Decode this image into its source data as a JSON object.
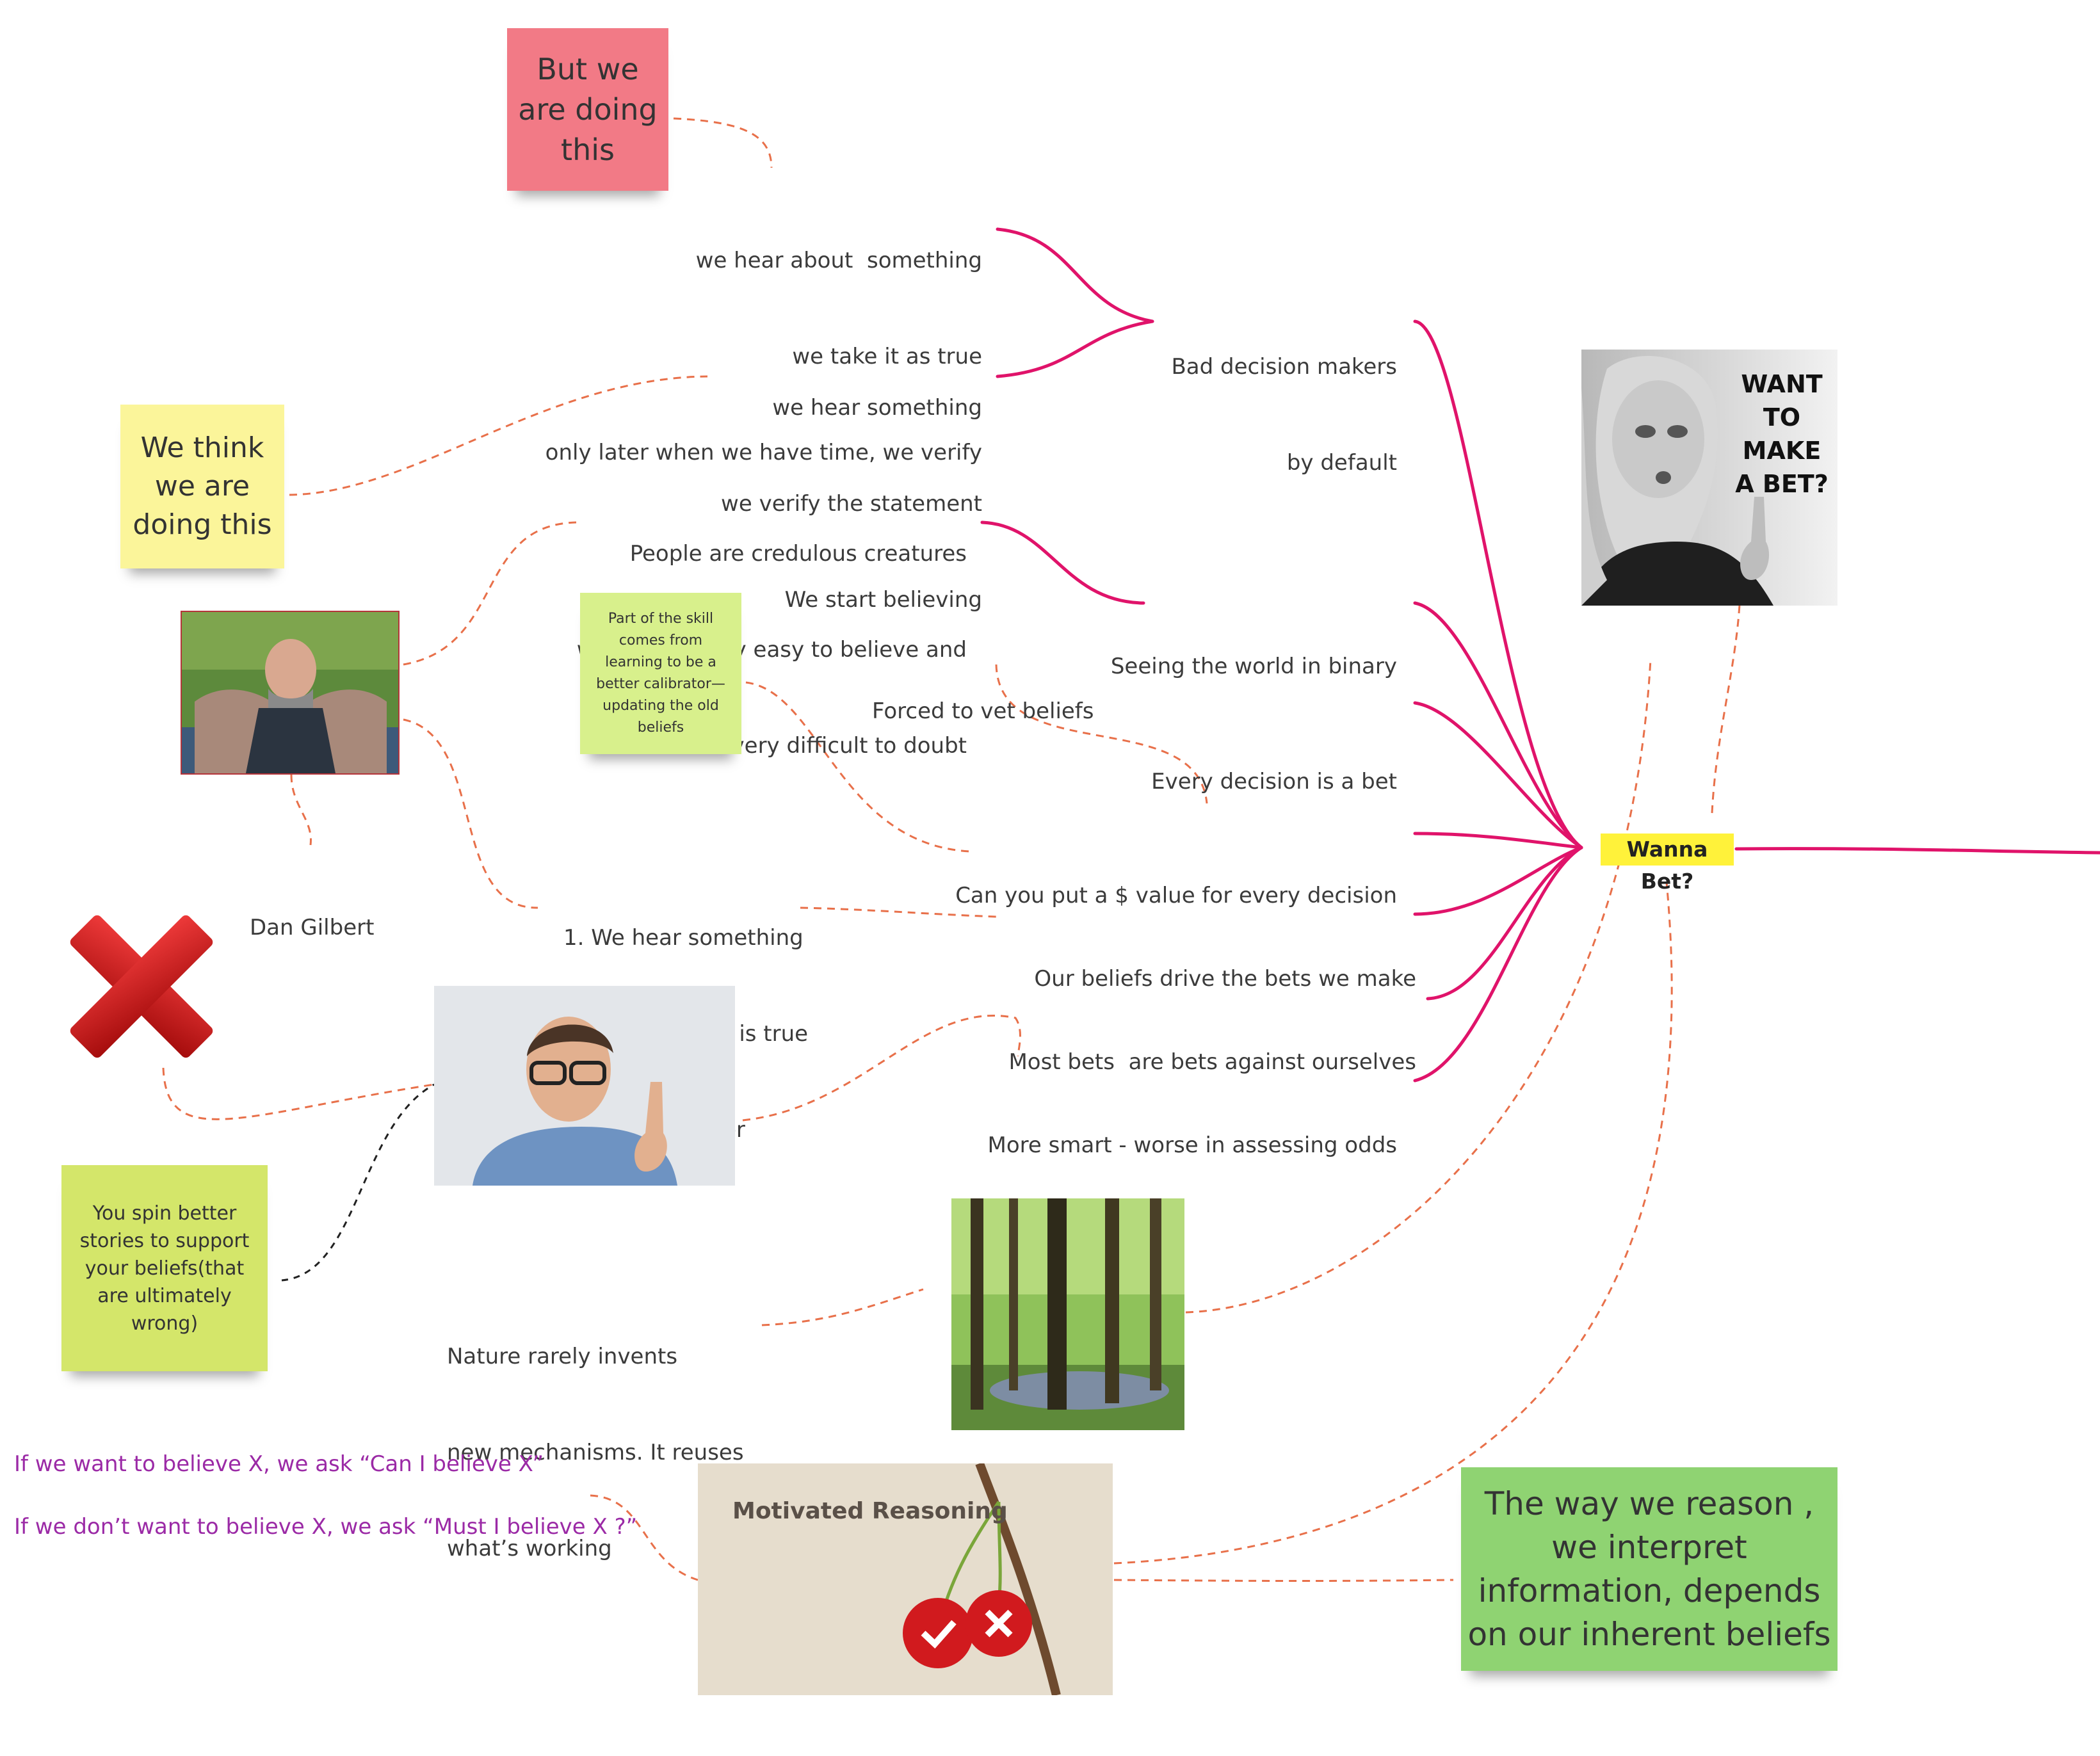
{
  "colors": {
    "branch": "#e0136a",
    "dotted_link": "#e8704a",
    "black_link": "#222222",
    "center_highlight": "#fff23a",
    "purple_text": "#9b2aa6",
    "sticky_pink": "#f27a86",
    "sticky_yellow": "#fbf59a",
    "sticky_green_light": "#d8f08c",
    "sticky_green": "#d4e66a",
    "sticky_green_big": "#8fd372"
  },
  "center": {
    "label": "Wanna Bet?"
  },
  "branches": [
    {
      "id": "bad-decision-makers",
      "lines": [
        "Bad decision makers",
        "by default"
      ]
    },
    {
      "id": "binary",
      "lines": [
        "Seeing the world in binary"
      ]
    },
    {
      "id": "every-decision",
      "lines": [
        "Every decision is a bet"
      ]
    },
    {
      "id": "dollar-value",
      "lines": [
        "Can you put a $ value for every decision"
      ]
    },
    {
      "id": "beliefs-drive",
      "lines": [
        "Our beliefs drive the bets we make"
      ]
    },
    {
      "id": "bets-against",
      "lines": [
        "Most bets  are bets against ourselves"
      ]
    },
    {
      "id": "more-smart",
      "lines": [
        "More smart - worse in assessing odds"
      ]
    }
  ],
  "sub_texts": {
    "actual_process": [
      "we hear about  something",
      "we take it as true",
      "only later when we have time, we verify"
    ],
    "ideal_process": [
      "we hear something",
      "we verify the statement",
      "We start believing"
    ],
    "credulous": [
      "People are credulous creatures",
      "who find it very easy to believe and",
      "very difficult to doubt"
    ],
    "forced_to_vet": [
      "Forced to vet beliefs"
    ],
    "steps": [
      "1. We hear something",
      "2. We believe it is true",
      "3. We vet it later"
    ],
    "dan_gilbert": [
      "Dan Gilbert"
    ],
    "nature": [
      "Nature rarely invents",
      "new mechanisms. It reuses",
      "what’s working"
    ],
    "want_x": "If we want to believe X, we ask “Can I believe X”",
    "dont_want_x": "If we don’t want to believe X, we ask “Must I believe X ?”"
  },
  "stickies": {
    "but_we": [
      "But we",
      "are doing",
      "this"
    ],
    "we_think": [
      "We think",
      "we are",
      "doing this"
    ],
    "calibrator": [
      "Part of the skill",
      "comes from",
      "learning to be a",
      "better calibrator—",
      "updating the old",
      "beliefs"
    ],
    "spin": [
      "You spin better",
      "stories to support",
      "your beliefs(that",
      "are ultimately",
      "wrong)"
    ],
    "reason": [
      "The way we reason ,",
      "we interpret",
      "information, depends",
      "on our inherent beliefs"
    ]
  },
  "images": {
    "want_to_bet_caption": [
      "WANT TO",
      "MAKE",
      "A",
      "BET?"
    ],
    "motivated_caption": [
      "Motivated",
      "Reasoning"
    ],
    "cross_icon": "cross-icon",
    "check_icon": "check-icon"
  }
}
